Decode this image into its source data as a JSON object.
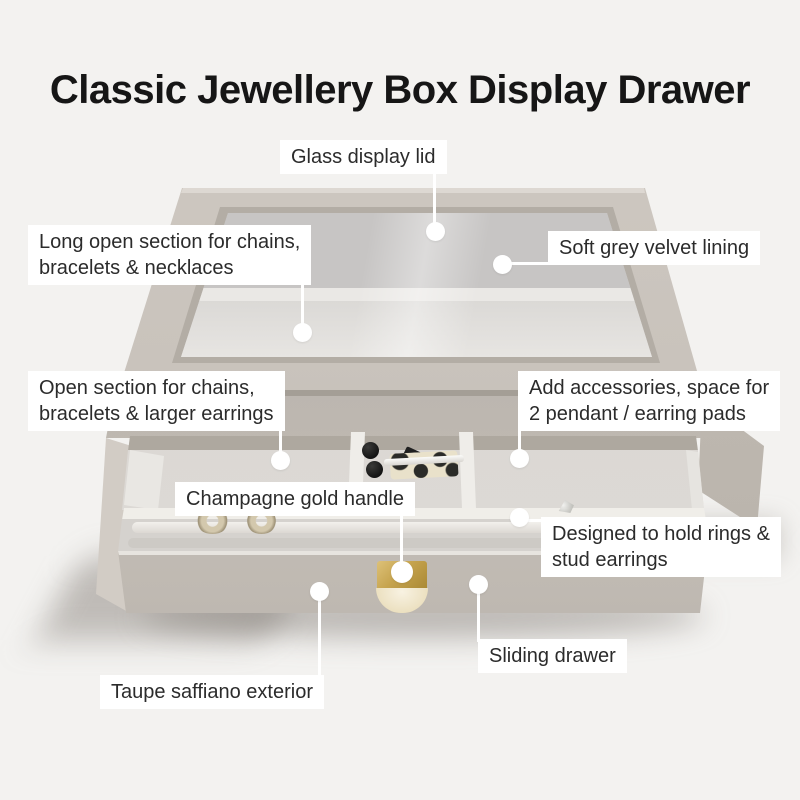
{
  "title": "Classic Jewellery Box Display Drawer",
  "callouts": {
    "glass_lid": {
      "label": "Glass display lid"
    },
    "long_open_section": {
      "label": "Long open section for chains,\nbracelets & necklaces"
    },
    "velvet_lining": {
      "label": "Soft grey velvet lining"
    },
    "open_section": {
      "label": "Open section for chains,\nbracelets & larger earrings"
    },
    "add_accessories": {
      "label": "Add accessories, space for\n2 pendant / earring pads"
    },
    "gold_handle": {
      "label": "Champagne gold handle"
    },
    "rings_studs": {
      "label": "Designed to hold rings &\nstud earrings"
    },
    "sliding_drawer": {
      "label": "Sliding drawer"
    },
    "taupe_exterior": {
      "label": "Taupe saffiano exterior"
    }
  },
  "colors": {
    "background": "#f3f2f0",
    "box_taupe": "#c8c2bb",
    "velvet_grey": "#dbd8d4",
    "champagne_gold": "#c5a34e",
    "handle_cream": "#f3ead8",
    "label_background": "#ffffff",
    "label_text": "#2b2b2b",
    "title_text": "#161616",
    "callout_marker": "#ffffff"
  }
}
